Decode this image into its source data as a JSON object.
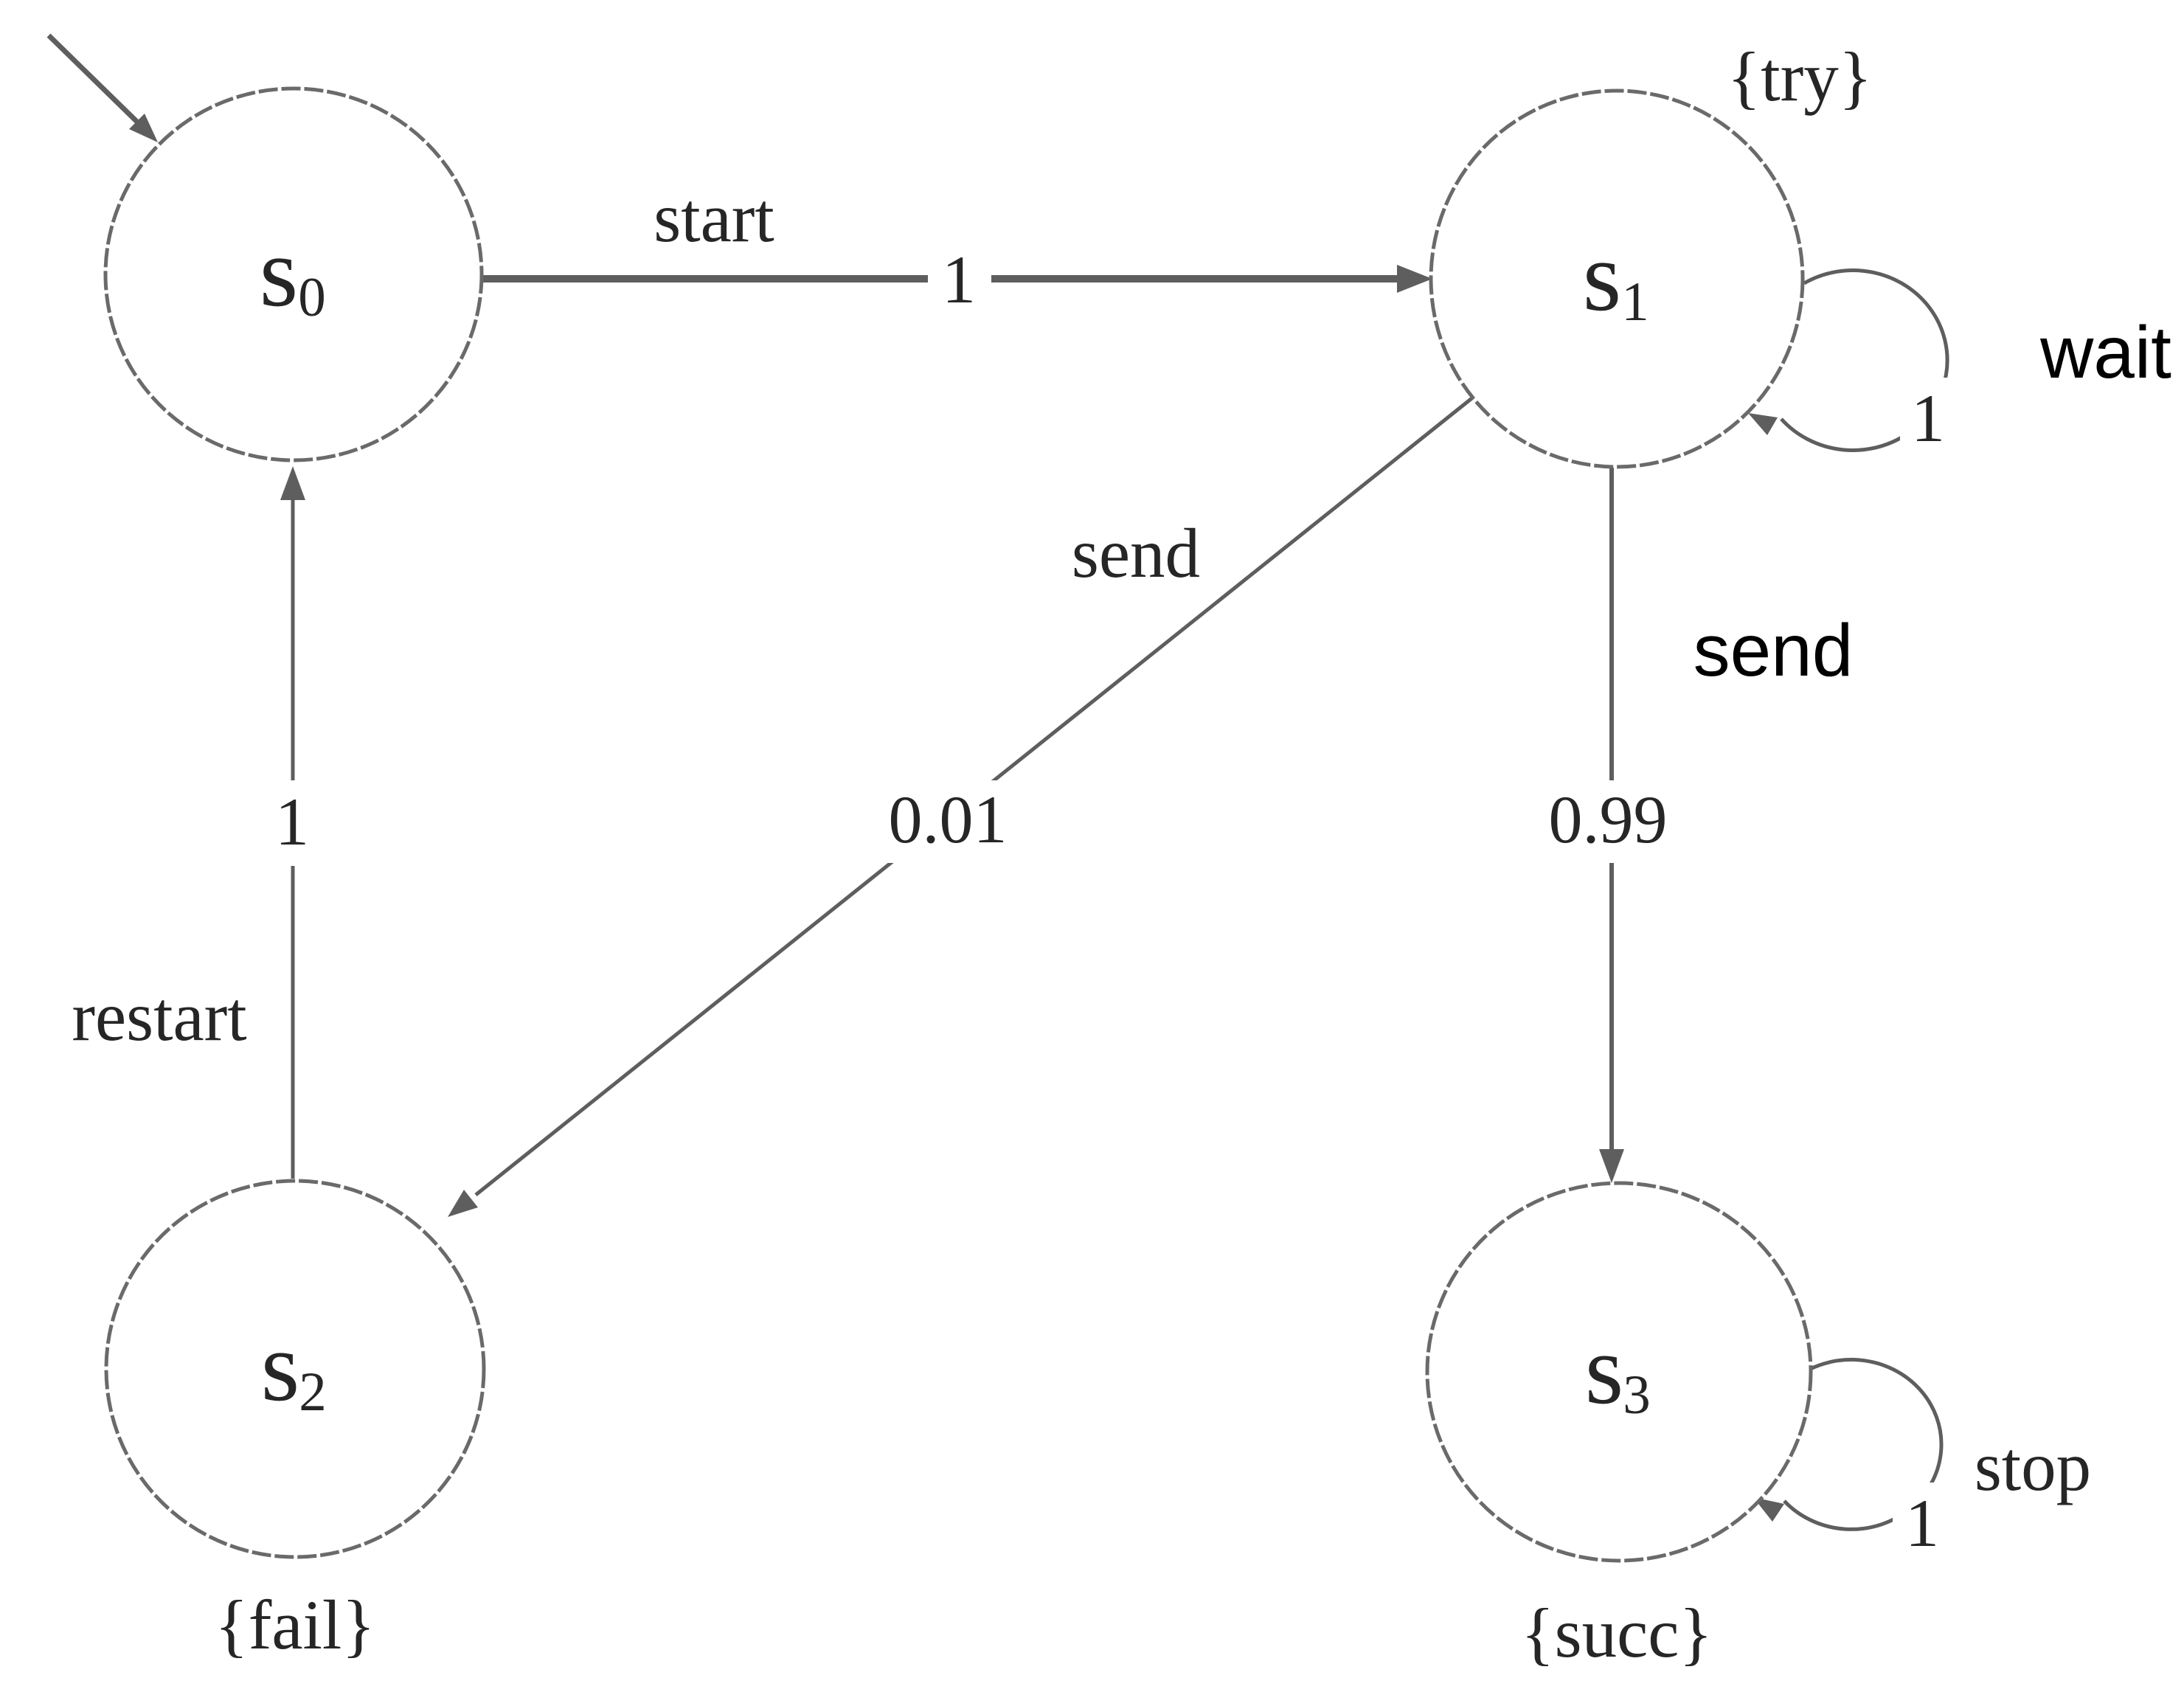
{
  "colors": {
    "background": "#ffffff",
    "line": "#5e5e5e",
    "state_stroke": "#6a6a6a",
    "serif_text": "#262626",
    "annotation_text": "#000000"
  },
  "states": {
    "s0": {
      "name": "s",
      "sub": "0"
    },
    "s1": {
      "name": "s",
      "sub": "1",
      "atomic_props": "{try}"
    },
    "s2": {
      "name": "s",
      "sub": "2",
      "atomic_props": "{fail}"
    },
    "s3": {
      "name": "s",
      "sub": "3",
      "atomic_props": "{succ}"
    }
  },
  "transitions": {
    "start": {
      "action": "start",
      "probability": "1"
    },
    "wait": {
      "action": "wait",
      "probability": "1"
    },
    "send_to_fail": {
      "action": "send",
      "probability": "0.01"
    },
    "send_to_succ": {
      "action": "send",
      "probability": "0.99"
    },
    "restart": {
      "action": "restart",
      "probability": "1"
    },
    "stop": {
      "action": "stop",
      "probability": "1"
    }
  }
}
